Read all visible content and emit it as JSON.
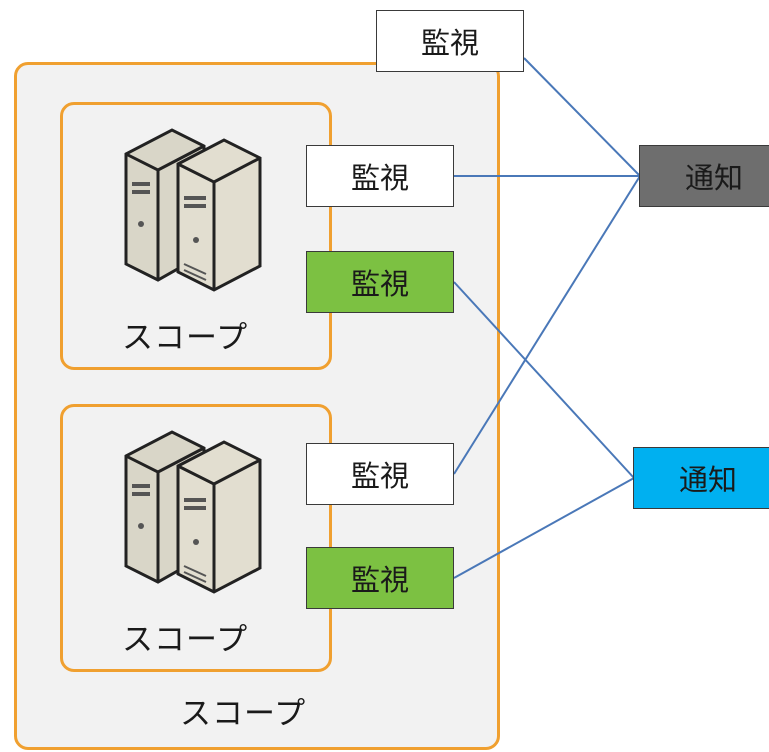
{
  "scopes": {
    "outer_label": "スコープ",
    "inner": [
      {
        "label": "スコープ"
      },
      {
        "label": "スコープ"
      }
    ]
  },
  "monitors": {
    "top": "監視",
    "a_white": "監視",
    "a_green": "監視",
    "b_white": "監視",
    "b_green": "監視"
  },
  "notifications": {
    "gray": "通知",
    "blue": "通知"
  },
  "colors": {
    "scope_border": "#f0a030",
    "scope_fill": "#f2f2f2",
    "monitor_green": "#7cc142",
    "notify_gray": "#6e6e6e",
    "notify_blue": "#00b0f0",
    "connector": "#4a78b8"
  },
  "icons": {
    "server_group": "server-stack-icon"
  }
}
